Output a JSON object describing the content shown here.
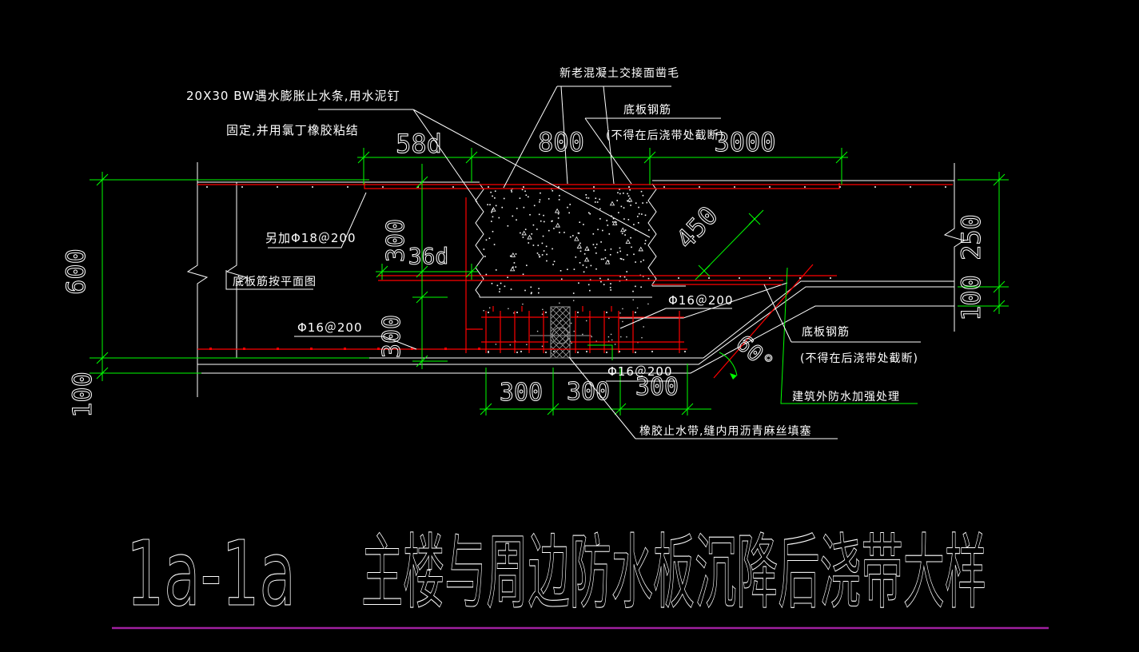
{
  "title": {
    "section_label": "1a-1a",
    "name": "主楼与周边防水板沉降后浇带大样"
  },
  "annotations": {
    "bw_strip_line1": "20X30 BW遇水膨胀止水条,用水泥钉",
    "bw_strip_line2": "固定,并用氯丁橡胶粘结",
    "roughen_surface": "新老混凝土交接面凿毛",
    "slab_rebar_top": "底板钢筋",
    "slab_rebar_top_note": "(不得在后浇带处截断)",
    "extra_bar": "另加Φ18＠200",
    "slab_bars_per_plan": "底板筋按平面图",
    "phi16_left": "Φ16＠200",
    "phi16_mid": "Φ16＠200",
    "phi16_bottom": "Φ16＠200",
    "slab_rebar_right": "底板钢筋",
    "slab_rebar_right_note": "(不得在后浇带处截断)",
    "external_waterproofing": "建筑外防水加强处理",
    "rubber_waterstop": "橡胶止水带,缝内用沥青麻丝填塞"
  },
  "dimensions": {
    "top_58d": "58d",
    "top_800": "800",
    "top_3000": "3000",
    "left_600": "600",
    "left_100": "100",
    "right_250": "250",
    "right_100": "100",
    "mid_300_upper": "300",
    "mid_36d": "36d",
    "mid_300_lower": "300",
    "diag_450": "450",
    "angle_60": "60°",
    "bottom_300_1": "300",
    "bottom_300_2": "300",
    "bottom_300_3": "300"
  },
  "colors": {
    "background": "#000000",
    "structure_lines": "#ffffff",
    "rebar_lines": "#ff0000",
    "dimension_lines": "#00ff00",
    "waterstop_hatch": "#9a9a9a",
    "separator_line": "#a020a0"
  }
}
